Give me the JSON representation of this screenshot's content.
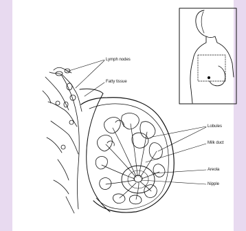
{
  "labels": {
    "lymph_nodes": "Lymph nodes",
    "fatty_tissue": "Fatty tissue",
    "lobules": "Lobules",
    "milk_duct": "Milk duct",
    "areola": "Areola",
    "nipple": "Nipple"
  },
  "colors": {
    "page_background": "#e8daf0",
    "panel_background": "#ffffff",
    "line": "#111111"
  }
}
